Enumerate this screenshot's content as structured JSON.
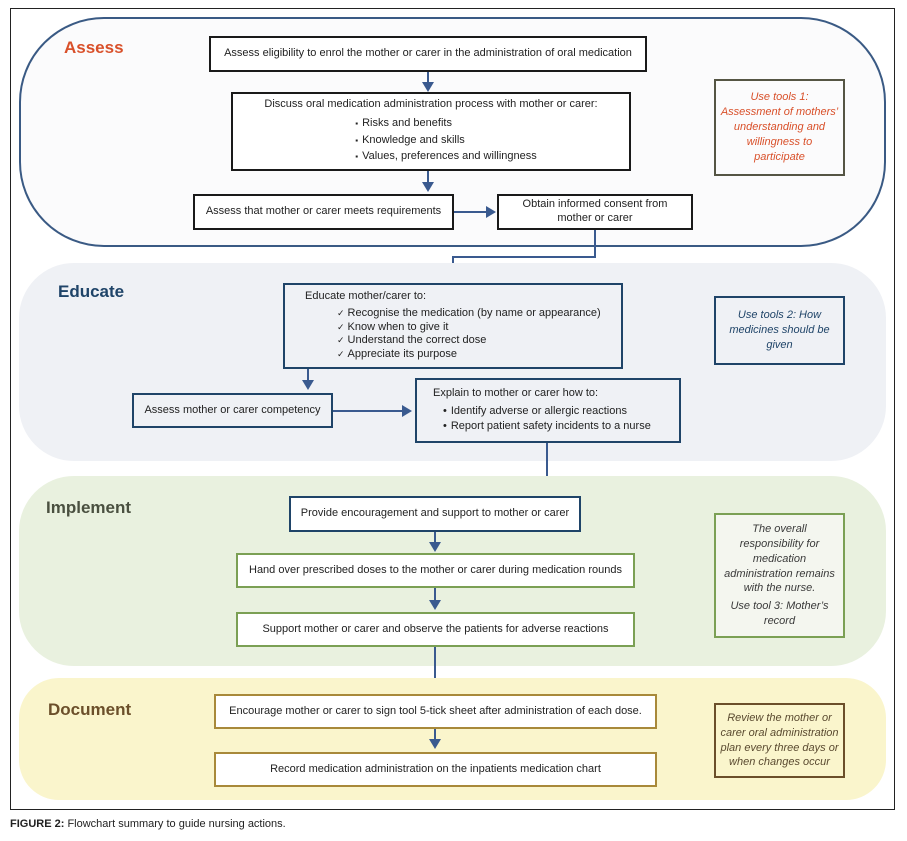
{
  "colors": {
    "assess_title": "#d9502a",
    "educate_title": "#1f4468",
    "implement_title": "#4a5040",
    "document_title": "#6b4f2a",
    "arrow": "#3a5a8f",
    "note1_text": "#d9502a",
    "note2_text": "#1f4468",
    "note3_text": "#3a3a3a",
    "note4_text": "#5a4a30"
  },
  "sections": {
    "assess": {
      "title": "Assess",
      "step1": "Assess eligibility to enrol the mother or carer in the administration of oral medication",
      "step2_heading": "Discuss oral medication administration process with mother or carer:",
      "step2_items": [
        "Risks and benefits",
        "Knowledge and skills",
        "Values, preferences and willingness"
      ],
      "step2_bullet": "▪",
      "step3": "Assess that mother or carer meets requirements",
      "step4": "Obtain informed consent from mother or carer",
      "note": "Use tools 1: Assessment of mothers’ understanding and willingness to participate"
    },
    "educate": {
      "title": "Educate",
      "step1_heading": "Educate mother/carer to:",
      "step1_items": [
        "Recognise the medication (by name or appearance)",
        "Know  when to give it",
        "Understand the correct dose",
        "Appreciate its purpose"
      ],
      "step1_bullet": "✓",
      "step2": "Assess mother or carer competency",
      "step3_heading": "Explain to mother or carer how to:",
      "step3_items": [
        "Identify adverse or allergic reactions",
        "Report patient safety incidents to a nurse"
      ],
      "step3_bullet": "•",
      "note": "Use tools 2: How medicines should be given"
    },
    "implement": {
      "title": "Implement",
      "step1": "Provide encouragement and support to mother or carer",
      "step2": "Hand over prescribed doses to the mother or carer during medication rounds",
      "step3": "Support mother or carer and observe the patients for adverse reactions",
      "note_line1": "The overall responsibility for medication administration remains with the nurse.",
      "note_line2": "Use tool 3: Mother’s record"
    },
    "document": {
      "title": "Document",
      "step1": "Encourage mother or carer to sign tool 5-tick sheet after administration of each dose.",
      "step2": "Record medication administration on the inpatients medication chart",
      "note": "Review the mother or carer oral administration plan every three days or when changes occur"
    }
  },
  "caption": {
    "label": "FIGURE 2:",
    "text": " Flowchart summary to guide nursing actions."
  }
}
